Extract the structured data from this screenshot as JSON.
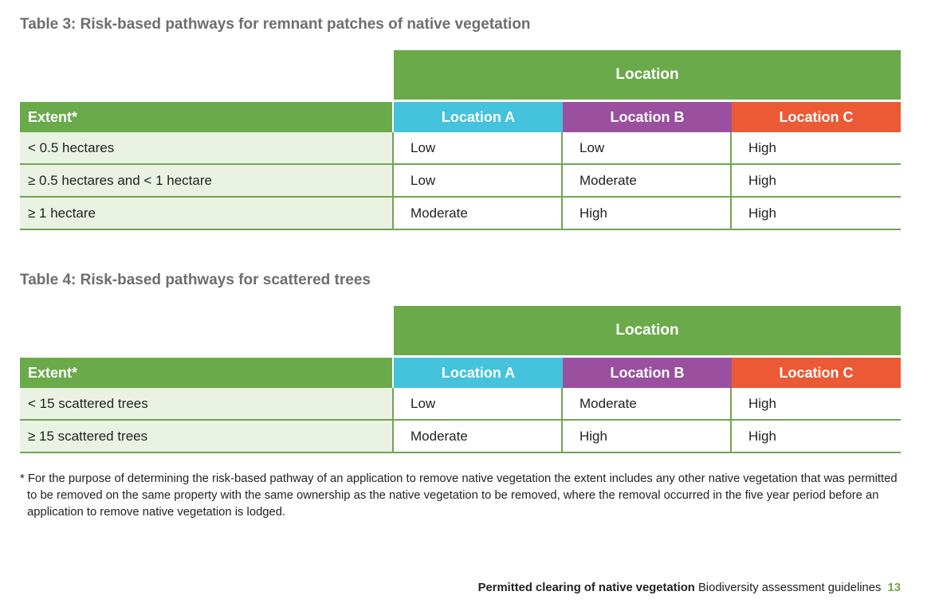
{
  "tables": [
    {
      "title": "Table 3: Risk-based pathways for remnant patches of native vegetation",
      "group_header": "Location",
      "columns": [
        "Extent*",
        "Location A",
        "Location B",
        "Location C"
      ],
      "rows": [
        [
          "< 0.5 hectares",
          "Low",
          "Low",
          "High"
        ],
        [
          "≥ 0.5 hectares and < 1 hectare",
          "Low",
          "Moderate",
          "High"
        ],
        [
          "≥ 1 hectare",
          "Moderate",
          "High",
          "High"
        ]
      ]
    },
    {
      "title": "Table 4: Risk-based pathways for scattered trees",
      "group_header": "Location",
      "columns": [
        "Extent*",
        "Location A",
        "Location B",
        "Location C"
      ],
      "rows": [
        [
          "< 15 scattered trees",
          "Low",
          "Moderate",
          "High"
        ],
        [
          "≥ 15 scattered trees",
          "Moderate",
          "High",
          "High"
        ]
      ]
    }
  ],
  "footnote": {
    "marker": "*",
    "text": "For the purpose of determining the risk-based pathway of an application to remove native vegetation the extent includes any other native vegetation that was permitted to be removed on the same property with the same ownership as the native vegetation to be removed, where the removal occurred in the five year period before an application to remove native vegetation is lodged."
  },
  "footer": {
    "title_bold": "Permitted clearing of native vegetation",
    "title_regular": "Biodiversity assessment guidelines",
    "page_number": "13"
  },
  "colors": {
    "header_green": "#6baa4b",
    "row_light_green": "#e9f2e3",
    "border_green": "#71a452",
    "location_a_cyan": "#45c2dc",
    "location_b_purple": "#9a509e",
    "location_c_orange": "#eb5a35",
    "title_gray": "#6d6e71",
    "body_text": "#231f20",
    "page_number_green": "#6baa4b"
  }
}
